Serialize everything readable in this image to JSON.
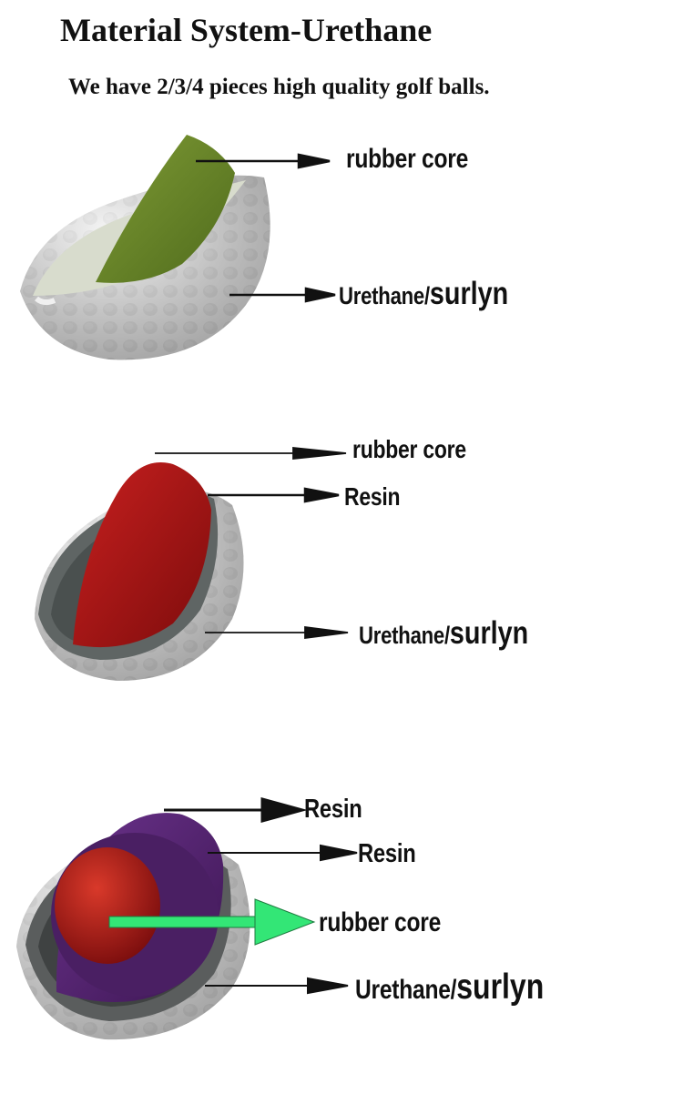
{
  "header": {
    "title": "Material System-Urethane",
    "subtitle": "We have 2/3/4 pieces high quality golf balls."
  },
  "diagrams": [
    {
      "labels": {
        "rubber_core": "rubber core",
        "cover_a": "Urethane/",
        "cover_b": "surlyn"
      }
    },
    {
      "labels": {
        "rubber_core": "rubber core",
        "resin": "Resin",
        "cover_a": "Urethane/",
        "cover_b": "surlyn"
      }
    },
    {
      "labels": {
        "resin_outer": "Resin",
        "resin_inner": "Resin",
        "rubber_core": "rubber core",
        "cover_a": "Urethane/",
        "cover_b": "surlyn"
      }
    }
  ],
  "colors": {
    "core_green": "#6f8a2e",
    "core_red": "#b01a1a",
    "resin_purple": "#5b2a78",
    "cover_white": "#e8e8e8",
    "arrow_black": "#111111",
    "arrow_green": "#33e676"
  }
}
